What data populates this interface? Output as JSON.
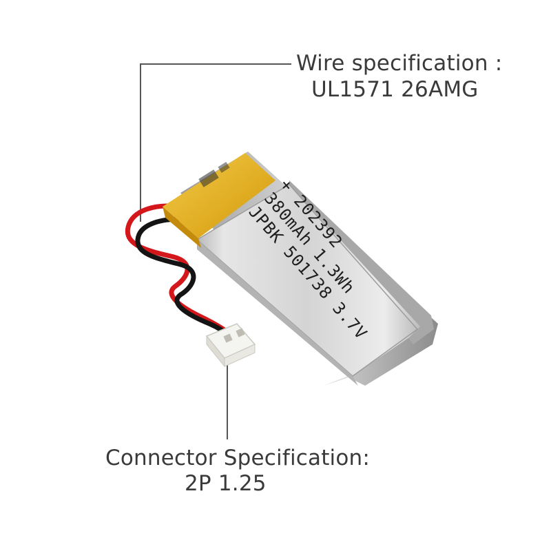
{
  "callouts": {
    "wire": {
      "title": "Wire specification :",
      "value": "UL1571  26AMG"
    },
    "connector": {
      "title": "Connector Specification:",
      "value": "2P 1.25"
    }
  },
  "battery": {
    "label_lines": [
      "JPBK 501738 3.7V",
      "380mAh 1.3Wh",
      "+ 202392"
    ]
  },
  "colors": {
    "callout_text": "#3a3a3a",
    "leader_line": "#555555",
    "tape": "#e3b22b",
    "pouch": "#d6d6d6",
    "wire_red": "#d3171a",
    "wire_black": "#141414",
    "connector": "#f4f4f0"
  }
}
